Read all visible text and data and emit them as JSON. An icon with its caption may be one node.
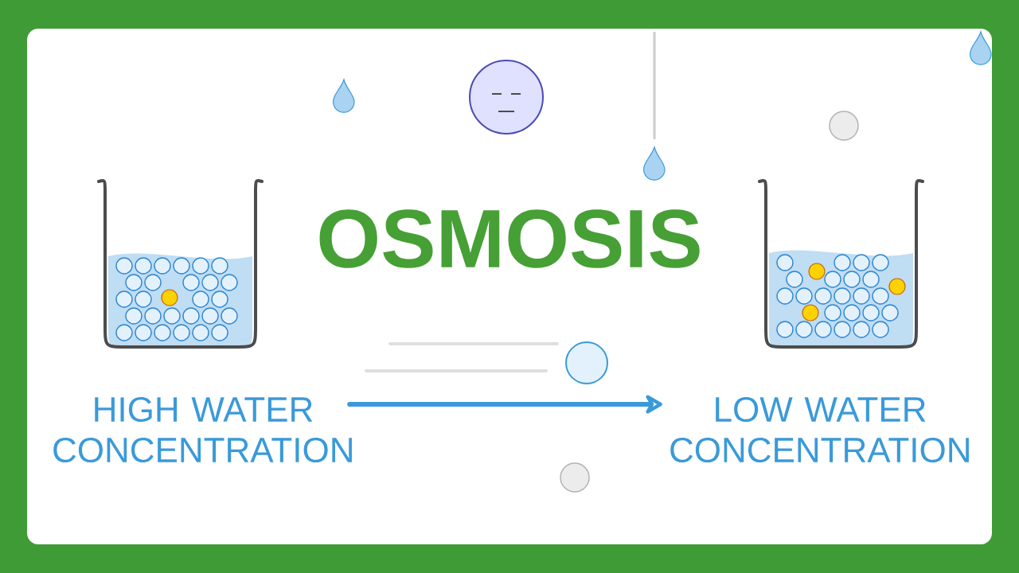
{
  "diagram": {
    "title": "OSMOSIS",
    "nodes": [
      {
        "text": [
          "HIGH WATER CONCENTRATION"
        ]
      },
      {
        "text": [
          "LOW WATER CONCENTRATION"
        ]
      }
    ],
    "edges": [
      {
        "from": 0,
        "to": 1,
        "arrow": "to"
      }
    ]
  }
}
